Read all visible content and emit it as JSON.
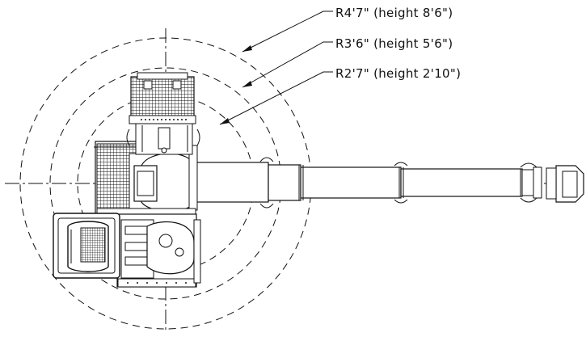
{
  "callouts": [
    {
      "label": "R4'7\" (height 8'6\")"
    },
    {
      "label": "R3'6\" (height 5'6\")"
    },
    {
      "label": "R2'7\" (height 2'10\")"
    }
  ],
  "colors": {
    "line": "#111111",
    "background": "#ffffff"
  }
}
